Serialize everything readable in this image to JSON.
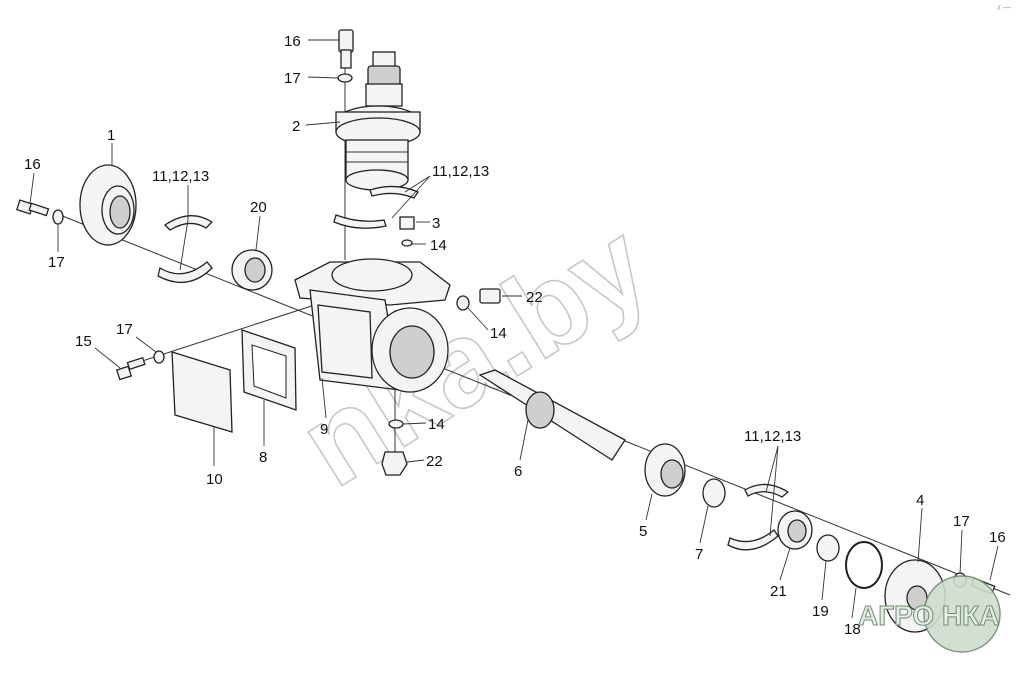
{
  "diagram": {
    "labels": {
      "l1": "1",
      "l2": "2",
      "l3": "3",
      "l4": "4",
      "l5": "5",
      "l6": "6",
      "l7": "7",
      "l8": "8",
      "l9": "9",
      "l10": "10",
      "l14a": "14",
      "l14b": "14",
      "l14c": "14",
      "l15": "15",
      "l16a": "16",
      "l16b": "16",
      "l16c": "16",
      "l17a": "17",
      "l17b": "17",
      "l17c": "17",
      "l17d": "17",
      "l18": "18",
      "l19": "19",
      "l20": "20",
      "l21": "21",
      "l22a": "22",
      "l22b": "22",
      "l111213a": "11,12,13",
      "l111213b": "11,12,13",
      "l111213c": "11,12,13"
    }
  },
  "watermark": {
    "text": "nka.by"
  },
  "logo": {
    "text": "АГРО  НКА"
  },
  "corner_mark": "r ―"
}
